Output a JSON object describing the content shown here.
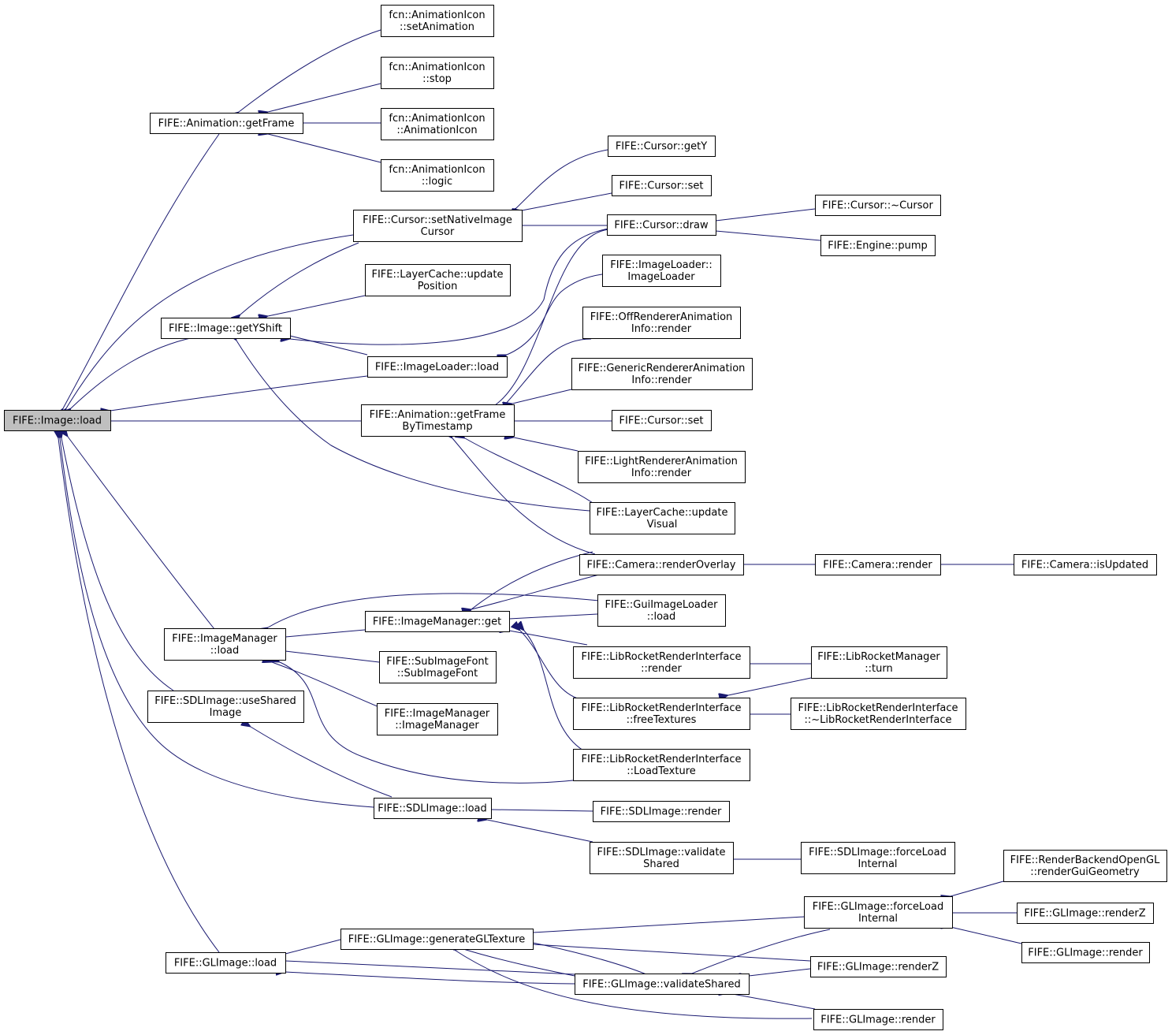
{
  "title": "",
  "colors": {
    "edge": "#191970",
    "root_fill": "#bfbfbf",
    "node_fill": "#ffffff",
    "node_border": "#000000"
  },
  "nodes": {
    "img_load": [
      "FIFE::Image::load"
    ],
    "anim_getframe": [
      "FIFE::Animation::getFrame"
    ],
    "ai_setanim": [
      "fcn::AnimationIcon",
      "::setAnimation"
    ],
    "ai_stop": [
      "fcn::AnimationIcon",
      "::stop"
    ],
    "ai_ctor": [
      "fcn::AnimationIcon",
      "::AnimationIcon"
    ],
    "ai_logic": [
      "fcn::AnimationIcon",
      "::logic"
    ],
    "cur_gety": [
      "FIFE::Cursor::getY"
    ],
    "cur_set1": [
      "FIFE::Cursor::set"
    ],
    "cur_setnative": [
      "FIFE::Cursor::setNativeImage",
      "Cursor"
    ],
    "cur_draw": [
      "FIFE::Cursor::draw"
    ],
    "cur_dtor": [
      "FIFE::Cursor::~Cursor"
    ],
    "eng_pump": [
      "FIFE::Engine::pump"
    ],
    "lc_updpos": [
      "FIFE::LayerCache::update",
      "Position"
    ],
    "il_ctor": [
      "FIFE::ImageLoader::",
      "ImageLoader"
    ],
    "img_getyshift": [
      "FIFE::Image::getYShift"
    ],
    "off_render": [
      "FIFE::OffRendererAnimation",
      "Info::render"
    ],
    "il_load": [
      "FIFE::ImageLoader::load"
    ],
    "gen_render": [
      "FIFE::GenericRendererAnimation",
      "Info::render"
    ],
    "anim_getframets": [
      "FIFE::Animation::getFrame",
      "ByTimestamp"
    ],
    "cur_set2": [
      "FIFE::Cursor::set"
    ],
    "light_render": [
      "FIFE::LightRendererAnimation",
      "Info::render"
    ],
    "lc_updvis": [
      "FIFE::LayerCache::update",
      "Visual"
    ],
    "cam_overlay": [
      "FIFE::Camera::renderOverlay"
    ],
    "cam_render": [
      "FIFE::Camera::render"
    ],
    "cam_isupd": [
      "FIFE::Camera::isUpdated"
    ],
    "gui_load": [
      "FIFE::GuiImageLoader",
      "::load"
    ],
    "im_get": [
      "FIFE::ImageManager::get"
    ],
    "im_load": [
      "FIFE::ImageManager",
      "::load"
    ],
    "lr_render": [
      "FIFE::LibRocketRenderInterface",
      "::render"
    ],
    "lrm_turn": [
      "FIFE::LibRocketManager",
      "::turn"
    ],
    "sif_ctor": [
      "FIFE::SubImageFont",
      "::SubImageFont"
    ],
    "sdl_useshared": [
      "FIFE::SDLImage::useShared",
      "Image"
    ],
    "lr_free": [
      "FIFE::LibRocketRenderInterface",
      "::freeTextures"
    ],
    "lr_dtor": [
      "FIFE::LibRocketRenderInterface",
      "::~LibRocketRenderInterface"
    ],
    "im_ctor": [
      "FIFE::ImageManager",
      "::ImageManager"
    ],
    "lr_loadtex": [
      "FIFE::LibRocketRenderInterface",
      "::LoadTexture"
    ],
    "sdl_load": [
      "FIFE::SDLImage::load"
    ],
    "sdl_render": [
      "FIFE::SDLImage::render"
    ],
    "sdl_validate": [
      "FIFE::SDLImage::validate",
      "Shared"
    ],
    "sdl_force": [
      "FIFE::SDLImage::forceLoad",
      "Internal"
    ],
    "rbogl": [
      "FIFE::RenderBackendOpenGL",
      "::renderGuiGeometry"
    ],
    "gl_force": [
      "FIFE::GLImage::forceLoad",
      "Internal"
    ],
    "gl_renderz1": [
      "FIFE::GLImage::renderZ"
    ],
    "gl_gentex": [
      "FIFE::GLImage::generateGLTexture"
    ],
    "gl_render1": [
      "FIFE::GLImage::render"
    ],
    "gl_renderz2": [
      "FIFE::GLImage::renderZ"
    ],
    "gl_load": [
      "FIFE::GLImage::load"
    ],
    "gl_validate": [
      "FIFE::GLImage::validateShared"
    ],
    "gl_render2": [
      "FIFE::GLImage::render"
    ]
  }
}
